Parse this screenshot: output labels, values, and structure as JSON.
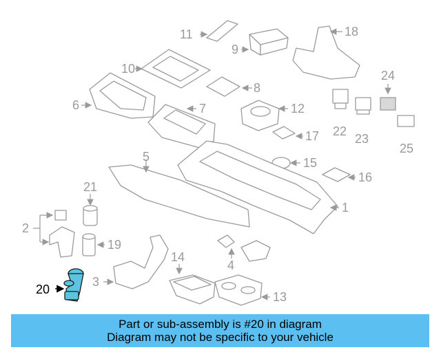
{
  "diagram": {
    "highlighted_part": "20",
    "highlight_color": "#5cc3e0",
    "callouts": [
      "1",
      "2",
      "3",
      "4",
      "5",
      "6",
      "7",
      "8",
      "9",
      "10",
      "11",
      "12",
      "13",
      "14",
      "15",
      "16",
      "17",
      "18",
      "19",
      "20",
      "21",
      "22",
      "23",
      "24",
      "25"
    ]
  },
  "banner": {
    "line1": "Part or sub-assembly is #20 in diagram",
    "line2": "Diagram may not be specific to your vehicle",
    "background": "#5cbff2"
  }
}
